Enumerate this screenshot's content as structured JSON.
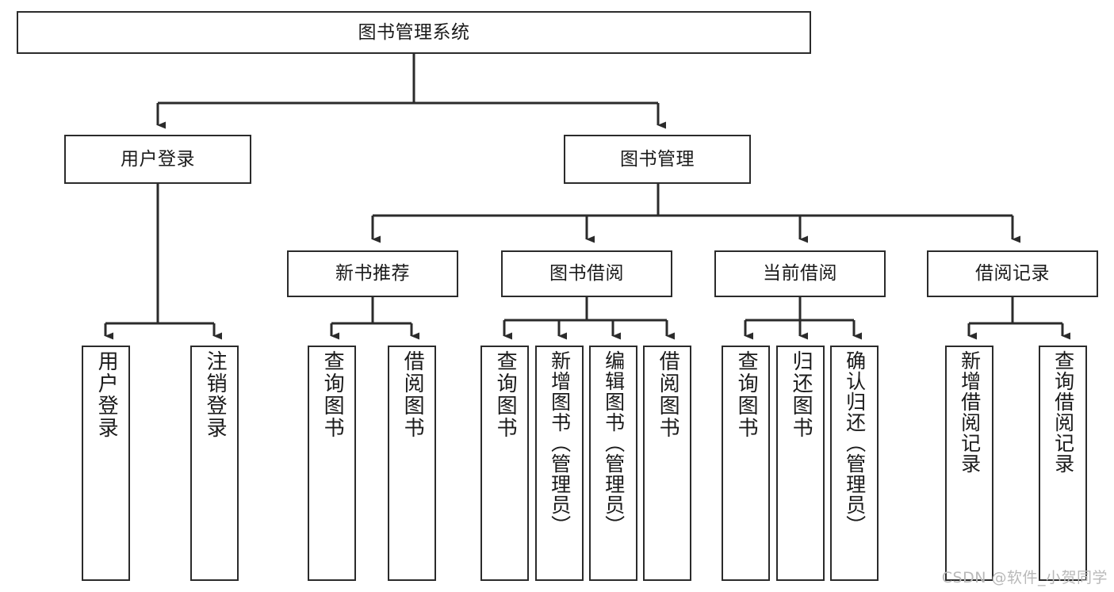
{
  "diagram": {
    "title": "图书管理系统",
    "watermark": "CSDN @软件_小贺同学",
    "colors": {
      "background": "#ffffff",
      "node_border": "#2b2b2b",
      "node_fill": "#ffffff",
      "edge": "#2b2b2b",
      "text": "#1a1a1a",
      "watermark": "#b9b9b9"
    },
    "levels": {
      "root": {
        "label": "图书管理系统"
      },
      "level2": [
        {
          "label": "用户登录"
        },
        {
          "label": "图书管理"
        }
      ],
      "level3": [
        {
          "label": "新书推荐"
        },
        {
          "label": "图书借阅"
        },
        {
          "label": "当前借阅"
        },
        {
          "label": "借阅记录"
        }
      ],
      "leaves": {
        "user_login": [
          {
            "label": "用户登录"
          },
          {
            "label": "注销登录"
          }
        ],
        "new_book_recommend": [
          {
            "label": "查询图书"
          },
          {
            "label": "借阅图书"
          }
        ],
        "book_borrow": [
          {
            "label": "查询图书"
          },
          {
            "label": "新增图书（管理员）"
          },
          {
            "label": "编辑图书（管理员）"
          },
          {
            "label": "借阅图书"
          }
        ],
        "current_borrow": [
          {
            "label": "查询图书"
          },
          {
            "label": "归还图书"
          },
          {
            "label": "确认归还（管理员）"
          }
        ],
        "borrow_record": [
          {
            "label": "新增借阅记录"
          },
          {
            "label": "查询借阅记录"
          }
        ]
      }
    }
  }
}
